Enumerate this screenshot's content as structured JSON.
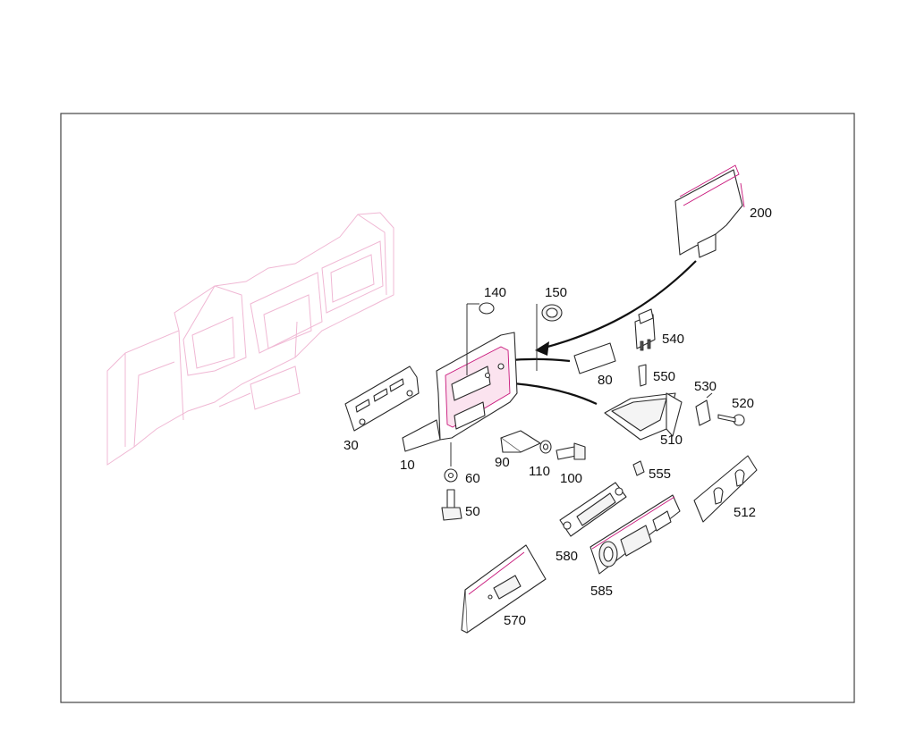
{
  "callouts": {
    "p200": "200",
    "p140": "140",
    "p150": "150",
    "p540": "540",
    "p80": "80",
    "p550": "550",
    "p530": "530",
    "p520": "520",
    "p510": "510",
    "p30": "30",
    "p10": "10",
    "p90": "90",
    "p110": "110",
    "p100": "100",
    "p555": "555",
    "p60": "60",
    "p50": "50",
    "p512": "512",
    "p580": "580",
    "p585": "585",
    "p570": "570"
  },
  "colors": {
    "frame": "#444444",
    "ghost_outline": "#f0b8d4",
    "accent_pink": "#c8157a",
    "ink": "#111111"
  }
}
